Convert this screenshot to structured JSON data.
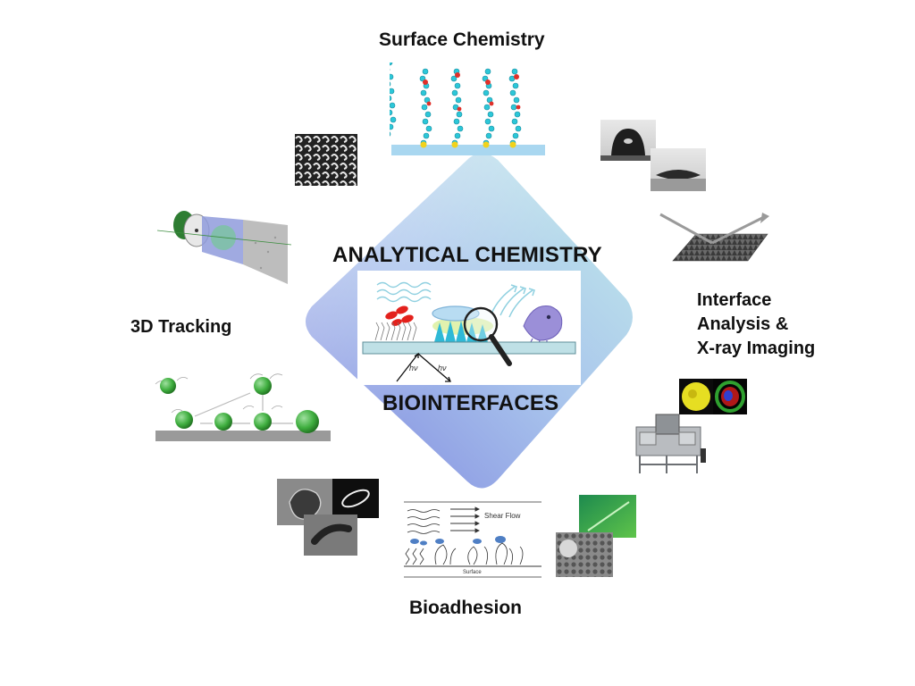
{
  "center": {
    "title_top": "ANALYTICAL CHEMISTRY",
    "title_bottom": "BIOINTERFACES",
    "hv_left": "hν",
    "hv_right": "hν"
  },
  "sections": {
    "surface_chemistry": "Surface Chemistry",
    "interface_line1": "Interface",
    "interface_line2": "Analysis &",
    "interface_line3": "X-ray Imaging",
    "tracking": "3D Tracking",
    "bioadhesion": "Bioadhesion"
  },
  "bioadhesion_diagram": {
    "shear_flow": "Shear Flow",
    "surface": "Surface"
  },
  "colors": {
    "diamond_blue": "#8e9be0",
    "diamond_cyan": "#b7e6e6",
    "molecule_cyan": "#2cc7d8",
    "molecule_red": "#e0302a",
    "anchor_yellow": "#f2d21b",
    "substrate_blue": "#a9d7f0",
    "sphere_green": "#3fae3f",
    "cell_red": "#e3211c",
    "barnacle_purple": "#9b8fd8",
    "adhesive_blue": "#4f7fc4"
  }
}
